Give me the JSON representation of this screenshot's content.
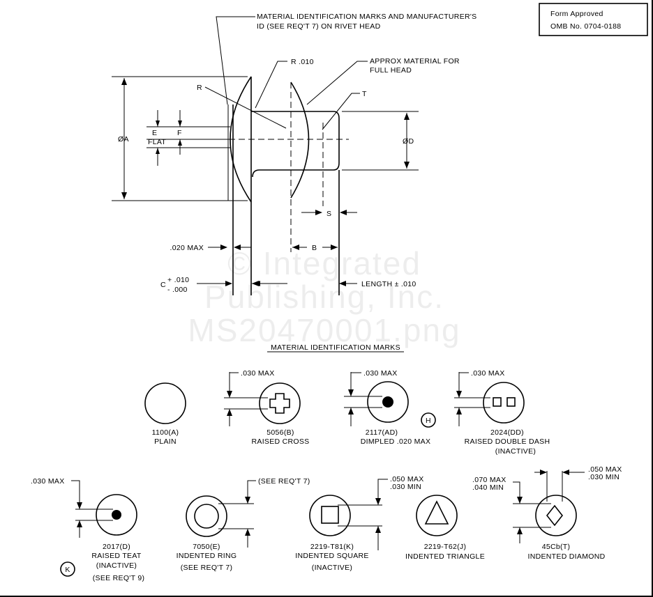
{
  "form_box": {
    "line1": "Form Approved",
    "line2": "OMB No. 0704-0188"
  },
  "callouts": {
    "mark_note_1": "MATERIAL IDENTIFICATION MARKS AND MANUFACTURER'S",
    "mark_note_2": "ID (SEE REQ'T 7) ON RIVET HEAD",
    "r010": "R .010",
    "approx_1": "APPROX MATERIAL FOR",
    "approx_2": "FULL HEAD",
    "r": "R",
    "t": "T",
    "dia_a": "ØA",
    "e": "E",
    "f": "F",
    "flat": "FLAT",
    "dia_d": "ØD",
    "s": "S",
    "max020": ".020 MAX",
    "b": "B",
    "c_label": "C",
    "c_plus": "+ .010",
    "c_minus": "- .000",
    "length": "LENGTH ± .010"
  },
  "watermark": {
    "line1": "© Integrated",
    "line2": "Publishing, Inc.",
    "line3": "MS20470001.png"
  },
  "section_title": "MATERIAL IDENTIFICATION MARKS",
  "marks_row1": [
    {
      "code": "1100(A)",
      "desc": "PLAIN",
      "extra": ""
    },
    {
      "code": "5056(B)",
      "desc": "RAISED CROSS",
      "extra": "",
      "dim": ".030 MAX"
    },
    {
      "code": "2117(AD)",
      "desc": "DIMPLED .020 MAX",
      "extra": "",
      "dim": ".030 MAX"
    },
    {
      "code": "2024(DD)",
      "desc": "RAISED DOUBLE DASH",
      "extra": "(INACTIVE)",
      "dim": ".030 MAX"
    }
  ],
  "marks_row2": [
    {
      "code": "2017(D)",
      "desc": "RAISED TEAT",
      "extra": "(INACTIVE)",
      "extra2": "(SEE REQ'T 9)",
      "dim": ".030 MAX"
    },
    {
      "code": "7050(E)",
      "desc": "INDENTED RING",
      "extra": "(SEE REQ'T 7)",
      "dim": "(SEE REQ'T 7)"
    },
    {
      "code": "2219-T81(K)",
      "desc": "INDENTED SQUARE",
      "extra": "(INACTIVE)",
      "dim1": ".050 MAX",
      "dim2": ".030 MIN"
    },
    {
      "code": "2219-T62(J)",
      "desc": "INDENTED TRIANGLE",
      "extra": ""
    },
    {
      "code": "45Cb(T)",
      "desc": "INDENTED DIAMOND",
      "extra": "",
      "dim1": ".070 MAX",
      "dim2": ".040 MIN",
      "dim3": ".050 MAX",
      "dim4": ".030 MIN"
    }
  ],
  "rev_marks": {
    "h": "H",
    "k": "K"
  }
}
